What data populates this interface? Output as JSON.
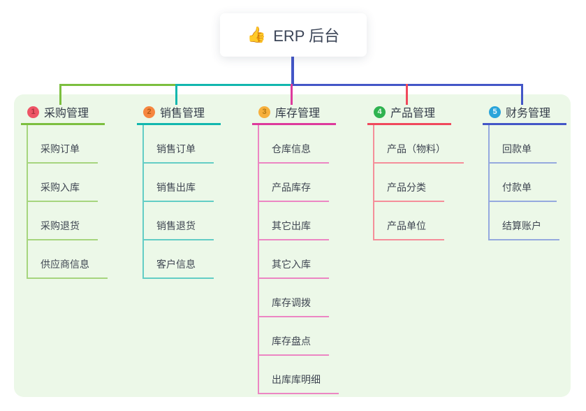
{
  "root": {
    "icon": "thumbs-up",
    "icon_glyph": "👍",
    "title": "ERP 后台"
  },
  "canvas": {
    "background": "#ffffff",
    "panel_background": "#ecf8e8",
    "trunk_color": "#4356c7",
    "title_text_color": "#3c4557",
    "topic_text_color": "#3f4652"
  },
  "branches": [
    {
      "num": "1",
      "label": "采购管理",
      "colors": {
        "badge_bg": "#ee5566",
        "badge_fg": "#a8333f",
        "line": "#7cbf3f",
        "sub_line": "#a6d57e"
      },
      "children": [
        "采购订单",
        "采购入库",
        "采购退货",
        "供应商信息"
      ]
    },
    {
      "num": "2",
      "label": "销售管理",
      "colors": {
        "badge_bg": "#f6863f",
        "badge_fg": "#b55a17",
        "line": "#12b7ae",
        "sub_line": "#63cdc5"
      },
      "children": [
        "销售订单",
        "销售出库",
        "销售退货",
        "客户信息"
      ]
    },
    {
      "num": "3",
      "label": "库存管理",
      "colors": {
        "badge_bg": "#f7b03d",
        "badge_fg": "#b47a14",
        "line": "#dd3a9c",
        "sub_line": "#ec86c3"
      },
      "children": [
        "仓库信息",
        "产品库存",
        "其它出库",
        "其它入库",
        "库存调拨",
        "库存盘点",
        "出库库明细"
      ]
    },
    {
      "num": "4",
      "label": "产品管理",
      "colors": {
        "badge_bg": "#2fb350",
        "badge_fg": "#eaf8ee",
        "line": "#f0495c",
        "sub_line": "#f58e9a"
      },
      "children": [
        "产品（物料）",
        "产品分类",
        "产品单位"
      ]
    },
    {
      "num": "5",
      "label": "财务管理",
      "colors": {
        "badge_bg": "#29a4da",
        "badge_fg": "#e8f5fd",
        "line": "#4356c7",
        "sub_line": "#95a9de"
      },
      "children": [
        "回款单",
        "付款单",
        "结算账户"
      ]
    }
  ]
}
